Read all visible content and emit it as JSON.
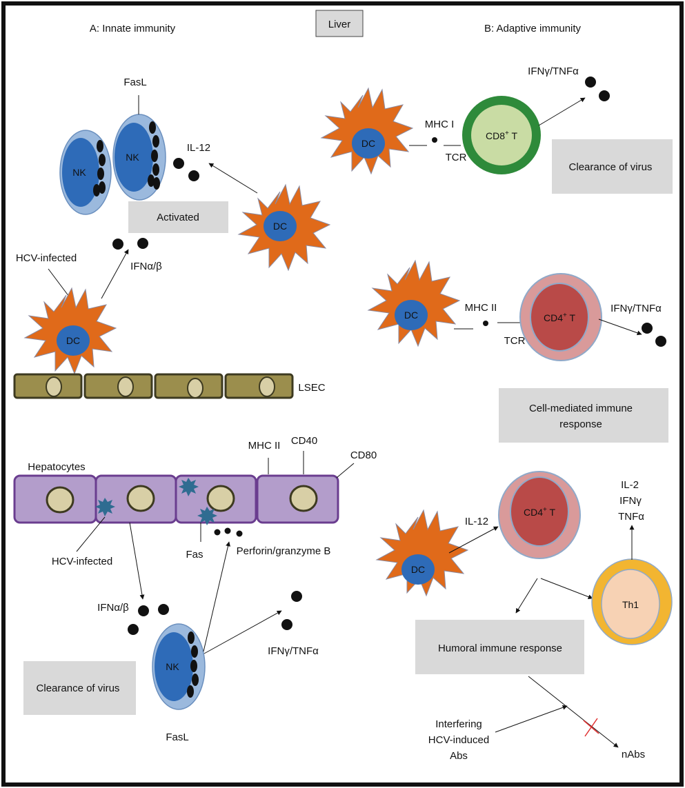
{
  "title": "Liver",
  "panelA": "A: Innate immunity",
  "panelB": "B: Adaptive immunity",
  "labels": {
    "fasl_top": "FasL",
    "il12_a": "IL-12",
    "activated": "Activated",
    "hcv_infected_dc": "HCV-infected",
    "ifnab_a": "IFNα/β",
    "lsec": "LSEC",
    "hepatocytes": "Hepatocytes",
    "mhc2_hep": "MHC II",
    "cd40": "CD40",
    "cd80": "CD80",
    "hcv_infected_hep": "HCV-infected",
    "fas": "Fas",
    "perforin": "Perforin/granzyme B",
    "ifnab_b": "IFNα/β",
    "ifng_tnfa_bottom": "IFNγ/TNFα",
    "clearance_a": "Clearance of virus",
    "fasl_bottom": "FasL",
    "ifng_tnfa_top": "IFNγ/TNFα",
    "mhc1": "MHC I",
    "tcr1": "TCR",
    "clearance_b": "Clearance of virus",
    "mhc2_b": "MHC II",
    "tcr2": "TCR",
    "ifng_tnfa_mid": "IFNγ/TNFα",
    "cell_mediated_1": "Cell-mediated immune",
    "cell_mediated_2": "response",
    "il12_b": "IL-12",
    "th1_out_1": "IL-2",
    "th1_out_2": "IFNγ",
    "th1_out_3": "TNFα",
    "humoral": "Humoral immune response",
    "interfering_1": "Interfering",
    "interfering_2": "HCV-induced",
    "interfering_3": "Abs",
    "nabs": "nAbs"
  },
  "cells": {
    "nk": "NK",
    "dc": "DC",
    "cd8_base": "CD8",
    "cd8_sup": "+",
    "cd8_suffix": " T",
    "cd4_base": "CD4",
    "cd4_sup": "+",
    "cd4_suffix": " T",
    "th1": "Th1"
  },
  "colors": {
    "dc_orange": "#e06a1a",
    "nucleus_blue": "#2e6bb8",
    "nk_outer": "#9bb9dd",
    "hep_purple": "#b39dcb",
    "hep_border": "#6a3d8f",
    "lsec_fill": "#9b8e4d",
    "cd8_ring": "#2e8a3a",
    "cd8_inner": "#c9dca4",
    "cd4_ring": "#d99a9a",
    "cd4_inner": "#b94a48",
    "th1_ring": "#f2b531",
    "th1_inner": "#f7d2b4",
    "box_gray": "#d9d9d9",
    "virus": "#2f6c91",
    "cross": "#e03030"
  }
}
